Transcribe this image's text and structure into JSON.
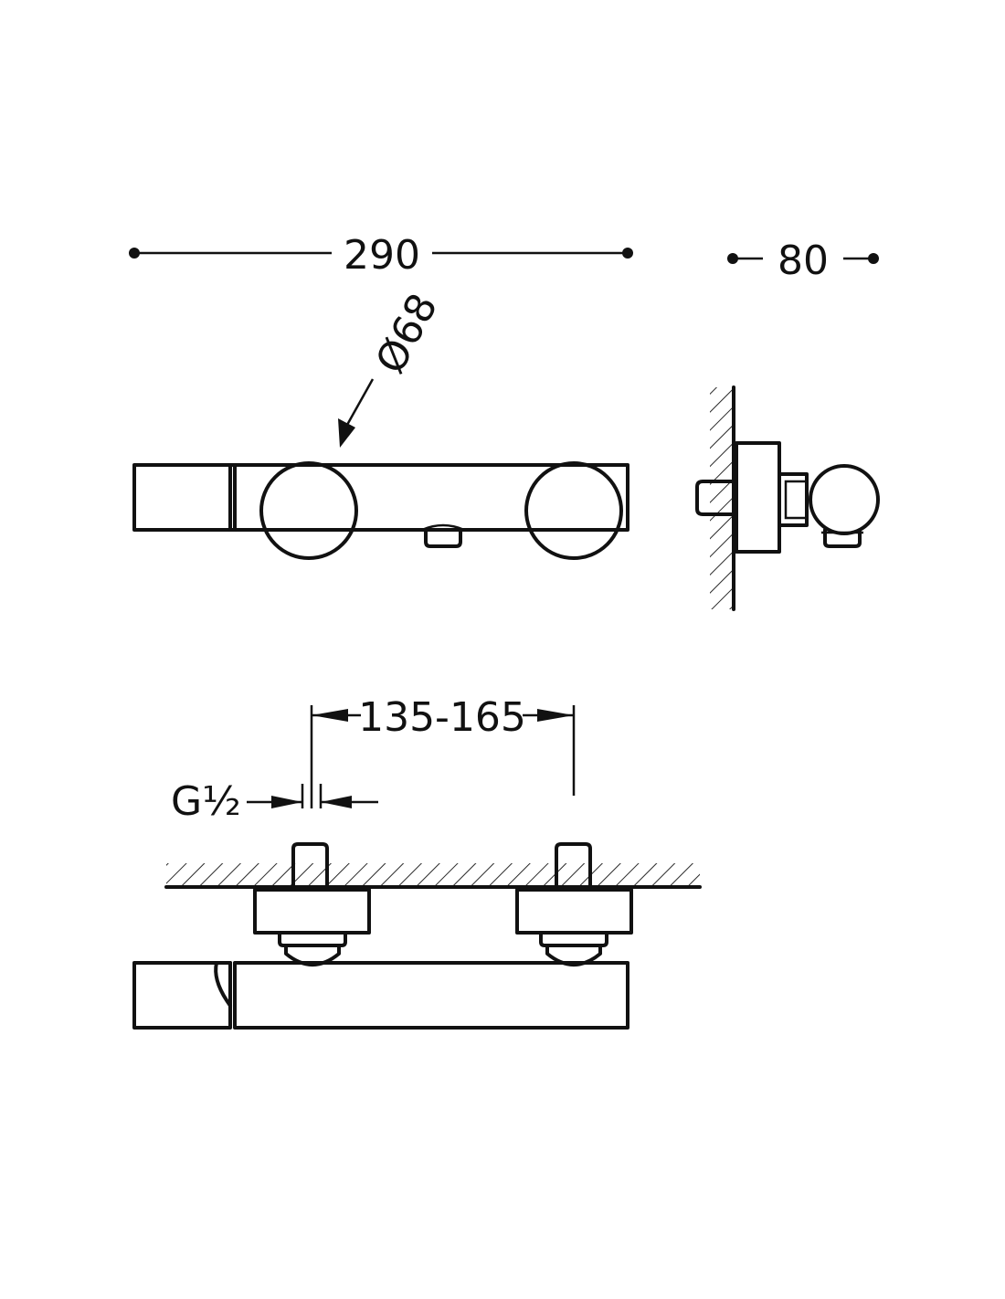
{
  "dimensions": {
    "overall_length": "290",
    "depth": "80",
    "knob_diameter": "Ø68",
    "inlet_spacing": "135-165",
    "thread_main": "G",
    "thread_fraction": "½"
  },
  "colors": {
    "line": "#111111",
    "background": "#ffffff"
  }
}
